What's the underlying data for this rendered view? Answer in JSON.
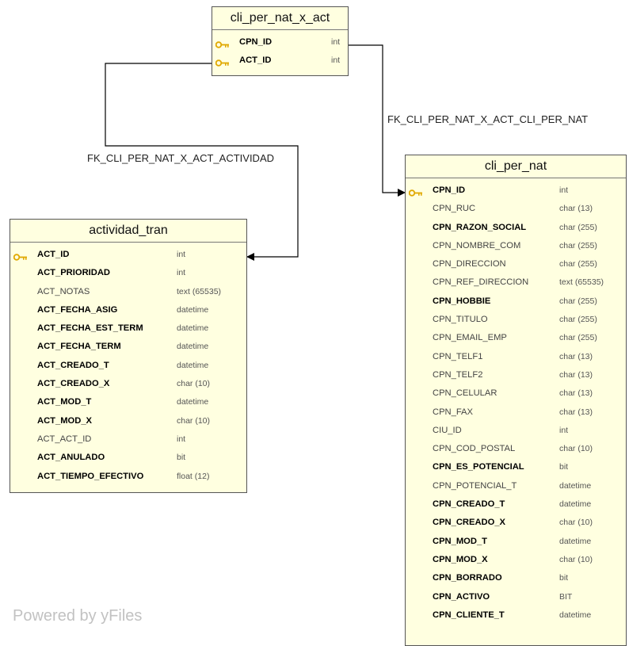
{
  "tables": {
    "cli_per_nat_x_act": {
      "name": "cli_per_nat_x_act",
      "fields": [
        {
          "name": "CPN_ID",
          "type": "int",
          "bold": true,
          "pk": true
        },
        {
          "name": "ACT_ID",
          "type": "int",
          "bold": true,
          "pk": true
        }
      ]
    },
    "actividad_tran": {
      "name": "actividad_tran",
      "fields": [
        {
          "name": "ACT_ID",
          "type": "int",
          "bold": true,
          "pk": true
        },
        {
          "name": "ACT_PRIORIDAD",
          "type": "int",
          "bold": true,
          "pk": false
        },
        {
          "name": "ACT_NOTAS",
          "type": "text (65535)",
          "bold": false,
          "pk": false
        },
        {
          "name": "ACT_FECHA_ASIG",
          "type": "datetime",
          "bold": true,
          "pk": false
        },
        {
          "name": "ACT_FECHA_EST_TERM",
          "type": "datetime",
          "bold": true,
          "pk": false
        },
        {
          "name": "ACT_FECHA_TERM",
          "type": "datetime",
          "bold": true,
          "pk": false
        },
        {
          "name": "ACT_CREADO_T",
          "type": "datetime",
          "bold": true,
          "pk": false
        },
        {
          "name": "ACT_CREADO_X",
          "type": "char (10)",
          "bold": true,
          "pk": false
        },
        {
          "name": "ACT_MOD_T",
          "type": "datetime",
          "bold": true,
          "pk": false
        },
        {
          "name": "ACT_MOD_X",
          "type": "char (10)",
          "bold": true,
          "pk": false
        },
        {
          "name": "ACT_ACT_ID",
          "type": "int",
          "bold": false,
          "pk": false
        },
        {
          "name": "ACT_ANULADO",
          "type": "bit",
          "bold": true,
          "pk": false
        },
        {
          "name": "ACT_TIEMPO_EFECTIVO",
          "type": "float (12)",
          "bold": true,
          "pk": false
        }
      ]
    },
    "cli_per_nat": {
      "name": "cli_per_nat",
      "fields": [
        {
          "name": "CPN_ID",
          "type": "int",
          "bold": true,
          "pk": true
        },
        {
          "name": "CPN_RUC",
          "type": "char (13)",
          "bold": false,
          "pk": false
        },
        {
          "name": "CPN_RAZON_SOCIAL",
          "type": "char (255)",
          "bold": true,
          "pk": false
        },
        {
          "name": "CPN_NOMBRE_COM",
          "type": "char (255)",
          "bold": false,
          "pk": false
        },
        {
          "name": "CPN_DIRECCION",
          "type": "char (255)",
          "bold": false,
          "pk": false
        },
        {
          "name": "CPN_REF_DIRECCION",
          "type": "text (65535)",
          "bold": false,
          "pk": false
        },
        {
          "name": "CPN_HOBBIE",
          "type": "char (255)",
          "bold": true,
          "pk": false
        },
        {
          "name": "CPN_TITULO",
          "type": "char (255)",
          "bold": false,
          "pk": false
        },
        {
          "name": "CPN_EMAIL_EMP",
          "type": "char (255)",
          "bold": false,
          "pk": false
        },
        {
          "name": "CPN_TELF1",
          "type": "char (13)",
          "bold": false,
          "pk": false
        },
        {
          "name": "CPN_TELF2",
          "type": "char (13)",
          "bold": false,
          "pk": false
        },
        {
          "name": "CPN_CELULAR",
          "type": "char (13)",
          "bold": false,
          "pk": false
        },
        {
          "name": "CPN_FAX",
          "type": "char (13)",
          "bold": false,
          "pk": false
        },
        {
          "name": "CIU_ID",
          "type": "int",
          "bold": false,
          "pk": false
        },
        {
          "name": "CPN_COD_POSTAL",
          "type": "char (10)",
          "bold": false,
          "pk": false
        },
        {
          "name": "CPN_ES_POTENCIAL",
          "type": "bit",
          "bold": true,
          "pk": false
        },
        {
          "name": "CPN_POTENCIAL_T",
          "type": "datetime",
          "bold": false,
          "pk": false
        },
        {
          "name": "CPN_CREADO_T",
          "type": "datetime",
          "bold": true,
          "pk": false
        },
        {
          "name": "CPN_CREADO_X",
          "type": "char (10)",
          "bold": true,
          "pk": false
        },
        {
          "name": "CPN_MOD_T",
          "type": "datetime",
          "bold": true,
          "pk": false
        },
        {
          "name": "CPN_MOD_X",
          "type": "char (10)",
          "bold": true,
          "pk": false
        },
        {
          "name": "CPN_BORRADO",
          "type": "bit",
          "bold": true,
          "pk": false
        },
        {
          "name": "CPN_ACTIVO",
          "type": "BIT",
          "bold": true,
          "pk": false
        },
        {
          "name": "CPN_CLIENTE_T",
          "type": "datetime",
          "bold": true,
          "pk": false
        }
      ]
    }
  },
  "relations": {
    "fk_actividad": "FK_CLI_PER_NAT_X_ACT_ACTIVIDAD",
    "fk_cli_per_nat": "FK_CLI_PER_NAT_X_ACT_CLI_PER_NAT"
  },
  "watermark": "Powered by yFiles",
  "colors": {
    "table_fill": "#ffffe0",
    "border": "#555555",
    "key_icon": "#e0a800",
    "edge": "#000000"
  }
}
